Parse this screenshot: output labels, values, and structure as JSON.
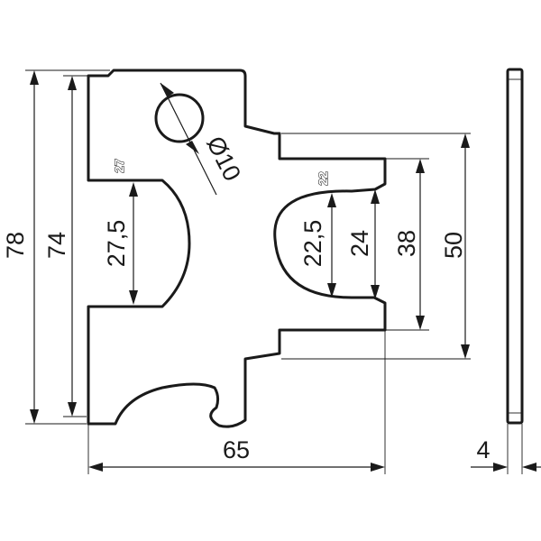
{
  "dimensions": {
    "overall_height": "78",
    "inner_height": "74",
    "left_slot_height": "27,5",
    "hole_diameter": "Ø10",
    "right_slot_height": "22,5",
    "right_tab_inner": "24",
    "right_tab_outer": "38",
    "right_flange": "50",
    "width": "65",
    "thickness": "4"
  },
  "stamps": {
    "left": "27",
    "right": "22"
  }
}
